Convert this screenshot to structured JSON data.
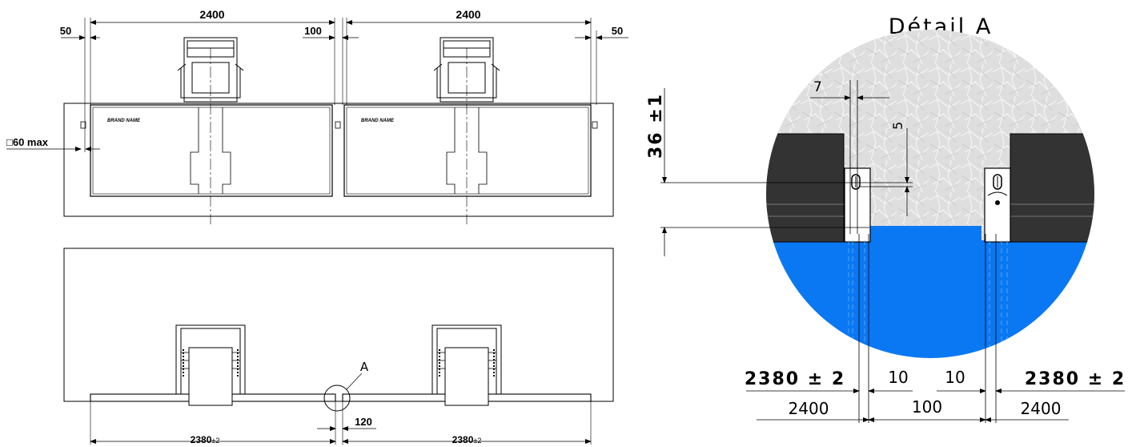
{
  "plan_view": {
    "dim_width_left": "2400",
    "dim_width_right": "2400",
    "dim_gap_left": "50",
    "dim_gap_middle": "100",
    "dim_gap_right": "50",
    "dim_post": "□60 max",
    "brand_left": "BRAND NAME",
    "brand_right": "BRAND NAME"
  },
  "elevation_view": {
    "dim_panel_left": "2380",
    "dim_panel_left_tol": "±2",
    "dim_panel_right": "2380",
    "dim_panel_right_tol": "±2",
    "dim_gap": "120",
    "detail_marker": "A"
  },
  "detail": {
    "title": "Détail A",
    "dim_height": "36 ±1",
    "dim_top": "7",
    "dim_vertical": "5",
    "dim_left_width": "2380 ± 2",
    "dim_right_width": "2380 ± 2",
    "dim_left_gap": "10",
    "dim_right_gap": "10",
    "dim_left_total": "2400",
    "dim_middle": "100",
    "dim_right_total": "2400"
  },
  "colors": {
    "water": "#0a78f2",
    "panel": "#333333",
    "ice": "#dcdcdc"
  }
}
